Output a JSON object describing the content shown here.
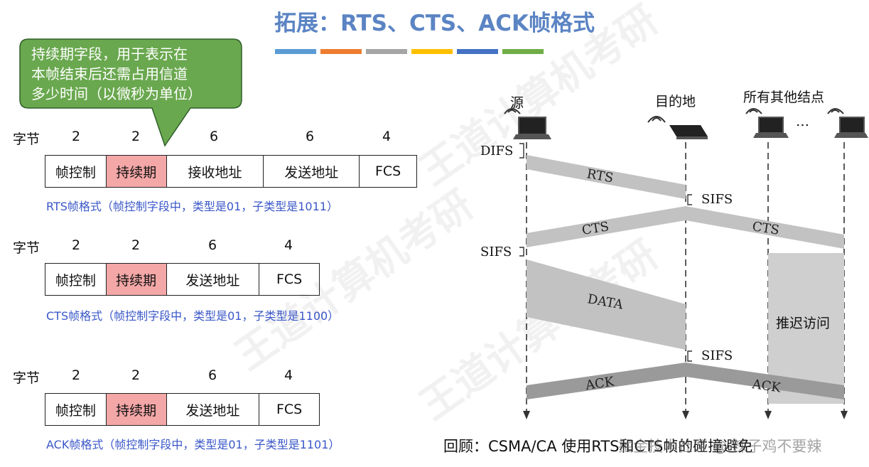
{
  "title": "拓展：RTS、CTS、ACK帧格式",
  "accent_bars": [
    "#5b9bd5",
    "#ed7d31",
    "#a5a5a5",
    "#ffc000",
    "#4472c4",
    "#70ad47"
  ],
  "callout": {
    "color": "#6aa84f",
    "lines": [
      "持续期字段，用于表示在",
      "本帧结束后还需占用信道",
      "多少时间（以微秒为单位）"
    ]
  },
  "bytes_label": "字节",
  "frames": [
    {
      "bytes": [
        "2",
        "2",
        "6",
        "6",
        "4"
      ],
      "fields": [
        "帧控制",
        "持续期",
        "接收地址",
        "发送地址",
        "FCS"
      ],
      "caption": "RTS帧格式（帧控制字段中，类型是01，子类型是1011）"
    },
    {
      "bytes": [
        "2",
        "2",
        "6",
        "4"
      ],
      "fields": [
        "帧控制",
        "持续期",
        "发送地址",
        "FCS"
      ],
      "caption": "CTS帧格式（帧控制字段中，类型是01，子类型是1100）"
    },
    {
      "bytes": [
        "2",
        "2",
        "6",
        "4"
      ],
      "fields": [
        "帧控制",
        "持续期",
        "发送地址",
        "FCS"
      ],
      "caption": "ACK帧格式（帧控制字段中，类型是01，子类型是1101）"
    }
  ],
  "diagram": {
    "nodes": {
      "source": "源",
      "dest": "目的地",
      "others": "所有其他结点",
      "ellipsis": "…"
    },
    "ifs": {
      "difs": "DIFS",
      "sifs1": "SIFS",
      "sifs2": "SIFS",
      "sifs3": "SIFS"
    },
    "messages": {
      "rts": "RTS",
      "cts_src": "CTS",
      "cts_other": "CTS",
      "data": "DATA",
      "ack_src": "ACK",
      "ack_other": "ACK"
    },
    "defer": "推迟访问"
  },
  "footer": "回顾：CSMA/CA 使用RTS和CTS帧的碰撞避免",
  "footer_watermark": "掘金技术社区 @ 辣子鸡不要辣",
  "watermark": "王道计算机考研"
}
